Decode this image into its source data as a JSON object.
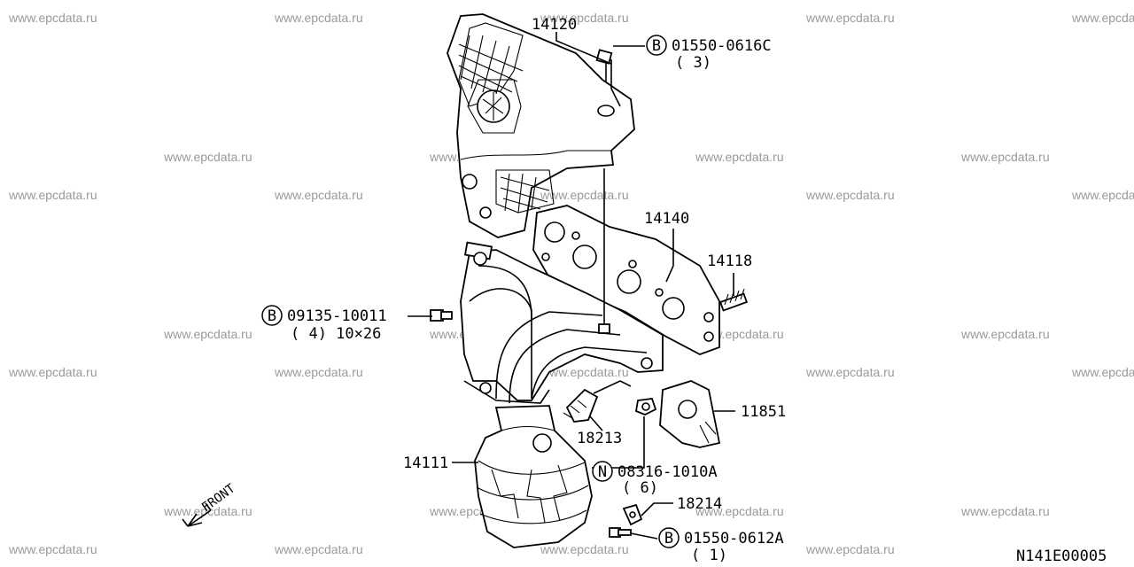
{
  "watermark": "www.epcdata.ru",
  "diagram_code": "N141E00005",
  "front_label": "FRONT",
  "callouts": {
    "p14120": "14120",
    "p14140": "14140",
    "p14118": "14118",
    "p11851": "11851",
    "p18213": "18213",
    "p14111": "14111",
    "p18214": "18214"
  },
  "fasteners": [
    {
      "letter": "B",
      "part": "01550-0616C",
      "qty": "( 3)"
    },
    {
      "letter": "B",
      "part": "09135-10011",
      "qty": "( 4) 10×26"
    },
    {
      "letter": "N",
      "part": "08316-1010A",
      "qty": "( 6)"
    },
    {
      "letter": "B",
      "part": "01550-0612A",
      "qty": "( 1)"
    }
  ]
}
